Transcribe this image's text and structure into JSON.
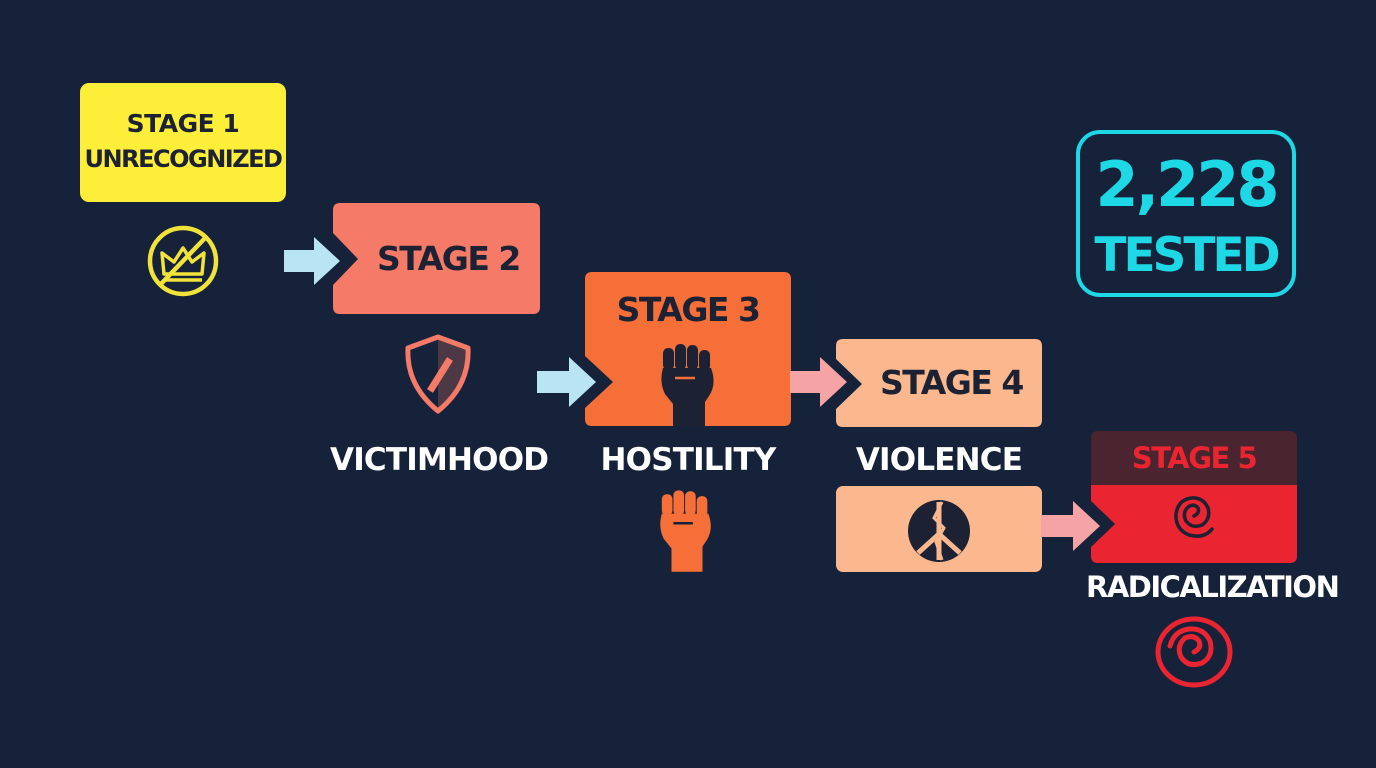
{
  "stages": [
    {
      "stage": "STAGE 1",
      "name": "UNRECOGNIZED",
      "icon": "crossed-crown-icon",
      "color": "#fdee3a"
    },
    {
      "stage": "STAGE 2",
      "name": "VICTIMHOOD",
      "icon": "shield-icon",
      "color": "#f57a68"
    },
    {
      "stage": "STAGE 3",
      "name": "HOSTILITY",
      "icon": "raised-fist-icon",
      "color": "#f66f38"
    },
    {
      "stage": "STAGE 4",
      "name": "VIOLENCE",
      "icon": "broken-peace-sign-icon",
      "color": "#fbb88e"
    },
    {
      "stage": "STAGE 5",
      "name": "RADICALIZATION",
      "icon": "spiral-icon",
      "color": "#ea2430"
    }
  ],
  "stat": {
    "number": "2,228",
    "label": "TESTED",
    "color": "#1ed8e6"
  },
  "colors": {
    "background": "#16223a",
    "arrow_light_blue": "#b9e4f4",
    "arrow_pink": "#f6a3a5",
    "stage5_header": "#4a2530",
    "ink": "#1c2233"
  }
}
